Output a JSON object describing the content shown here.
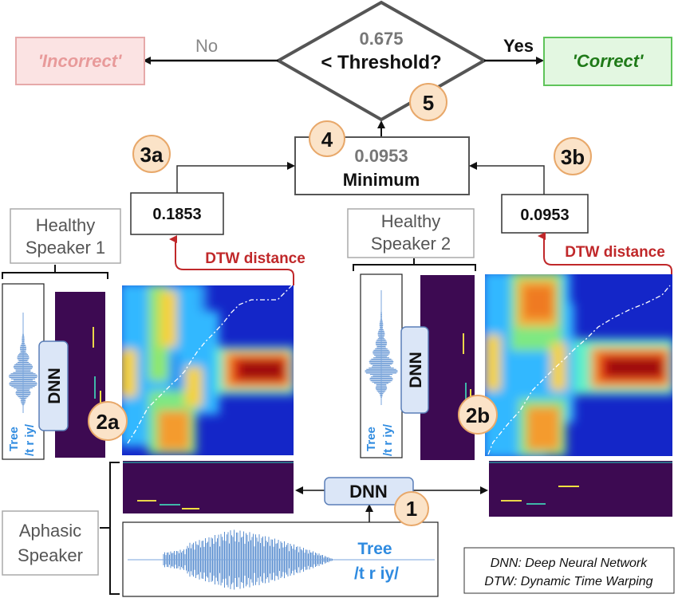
{
  "decision": {
    "value": "0.675",
    "question": "< Threshold?",
    "no_label": "No",
    "yes_label": "Yes",
    "incorrect": "'Incorrect'",
    "correct": "'Correct'"
  },
  "minimum": {
    "value": "0.0953",
    "label": "Minimum"
  },
  "distances": {
    "left": "0.1853",
    "right": "0.0953",
    "dtw_label": "DTW distance"
  },
  "steps": {
    "s1": "1",
    "s2a": "2a",
    "s2b": "2b",
    "s3a": "3a",
    "s3b": "3b",
    "s4": "4",
    "s5": "5"
  },
  "speakers": {
    "healthy1_line1": "Healthy",
    "healthy1_line2": "Speaker 1",
    "healthy2_line1": "Healthy",
    "healthy2_line2": "Speaker 2",
    "aphasic_line1": "Aphasic",
    "aphasic_line2": "Speaker"
  },
  "dnn_label": "DNN",
  "word": {
    "text": "Tree",
    "phonemes": "/t r iy/"
  },
  "legend": {
    "line1": "DNN: Deep Neural Network",
    "line2": "DTW: Dynamic Time Warping"
  },
  "colors": {
    "incorrect_fill": "#fbe3e3",
    "incorrect_border": "#e6a9a9",
    "incorrect_text": "#e89a9a",
    "correct_fill": "#e3f7e1",
    "correct_border": "#5fc45a",
    "correct_text": "#1f7a18",
    "step_circle": "#fbe3c8",
    "step_border": "#e8a86a",
    "dtw_red": "#c0282a",
    "blue_text": "#2f8be0",
    "dnn_fill": "#dbe6f7",
    "dnn_border": "#5b7fb8",
    "posteriorgram_bg": "#3d0a52"
  }
}
